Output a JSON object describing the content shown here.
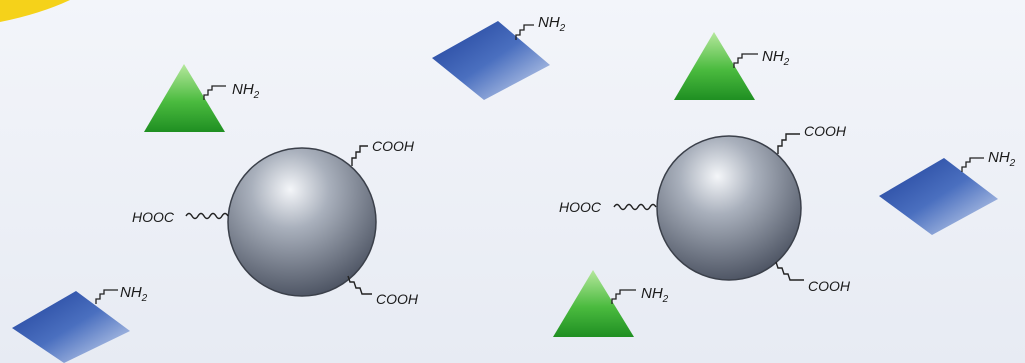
{
  "labels": {
    "amine": "NH",
    "amine_subscript": "2",
    "carboxyl": "COOH",
    "carboxyl_left": "HOOC"
  },
  "colors": {
    "background": "#eef1f7",
    "corner_accent": "#f5d21a",
    "sphere_light": "#e8ebf0",
    "sphere_dark": "#4a5160",
    "triangle_light": "#a7e08f",
    "triangle_dark": "#2aa02a",
    "diamond_light": "#c8d6ef",
    "diamond_dark": "#2f55a8",
    "linker": "#222222"
  }
}
